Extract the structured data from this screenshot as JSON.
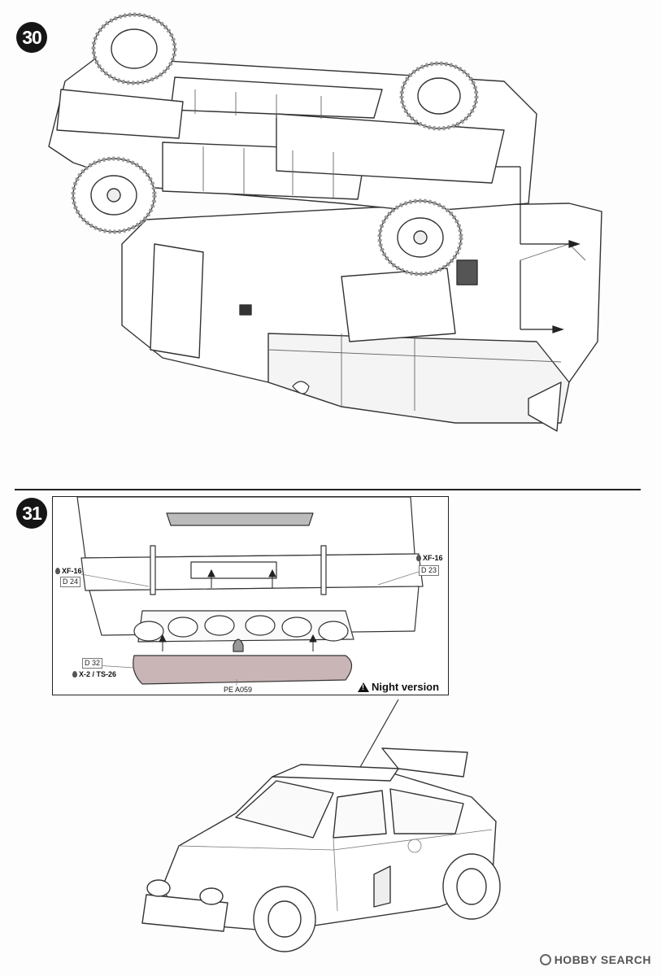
{
  "step30": {
    "number": "30"
  },
  "step31": {
    "number": "31",
    "paint_left": "XF-16",
    "part_left": "D 24",
    "paint_right": "XF-16",
    "part_right": "D 23",
    "part_lightbar": "D 32",
    "paint_lightbar": "X-2 / TS-26",
    "pe_part": "PE A059",
    "night_label": "Night version"
  },
  "watermark": {
    "text": "HOBBY SEARCH"
  }
}
